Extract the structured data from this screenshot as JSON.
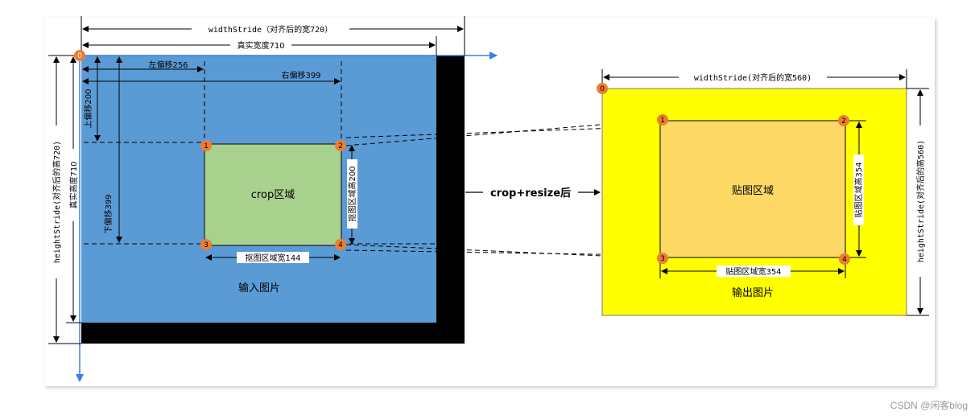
{
  "colors": {
    "input_fill": "#5b9bd5",
    "black_padding": "#000000",
    "crop_fill": "#a9d18e",
    "output_fill": "#ffff00",
    "paste_fill": "#ffd966",
    "marker": "#ed7d31",
    "axis": "#3a7ee6",
    "line": "#000000"
  },
  "input": {
    "width_stride_label": "widthStride（对齐后的宽720）",
    "real_width_label": "真实宽度710",
    "height_stride_label": "heightStride(对齐后的高720)",
    "real_height_label": "真实高度710",
    "left_offset_label": "左偏移256",
    "right_offset_label": "右偏移399",
    "top_offset_label": "上偏移200",
    "bottom_offset_label": "下偏移399",
    "crop_label": "crop区域",
    "crop_height_label": "抠图区域高200",
    "crop_width_label": "抠图区域宽144",
    "image_label": "输入图片"
  },
  "transform_label": "crop+resize后",
  "output": {
    "width_stride_label": "widthStride(对齐后的宽560)",
    "height_stride_label": "heightStride(对齐后的高560)",
    "paste_label": "贴图区域",
    "paste_height_label": "贴图区域高354",
    "paste_width_label": "贴图区域宽354",
    "image_label": "输出图片"
  },
  "markers": {
    "origin": "0",
    "p1": "1",
    "p2": "2",
    "p3": "3",
    "p4": "4"
  },
  "watermark": "CSDN @闲客blog"
}
